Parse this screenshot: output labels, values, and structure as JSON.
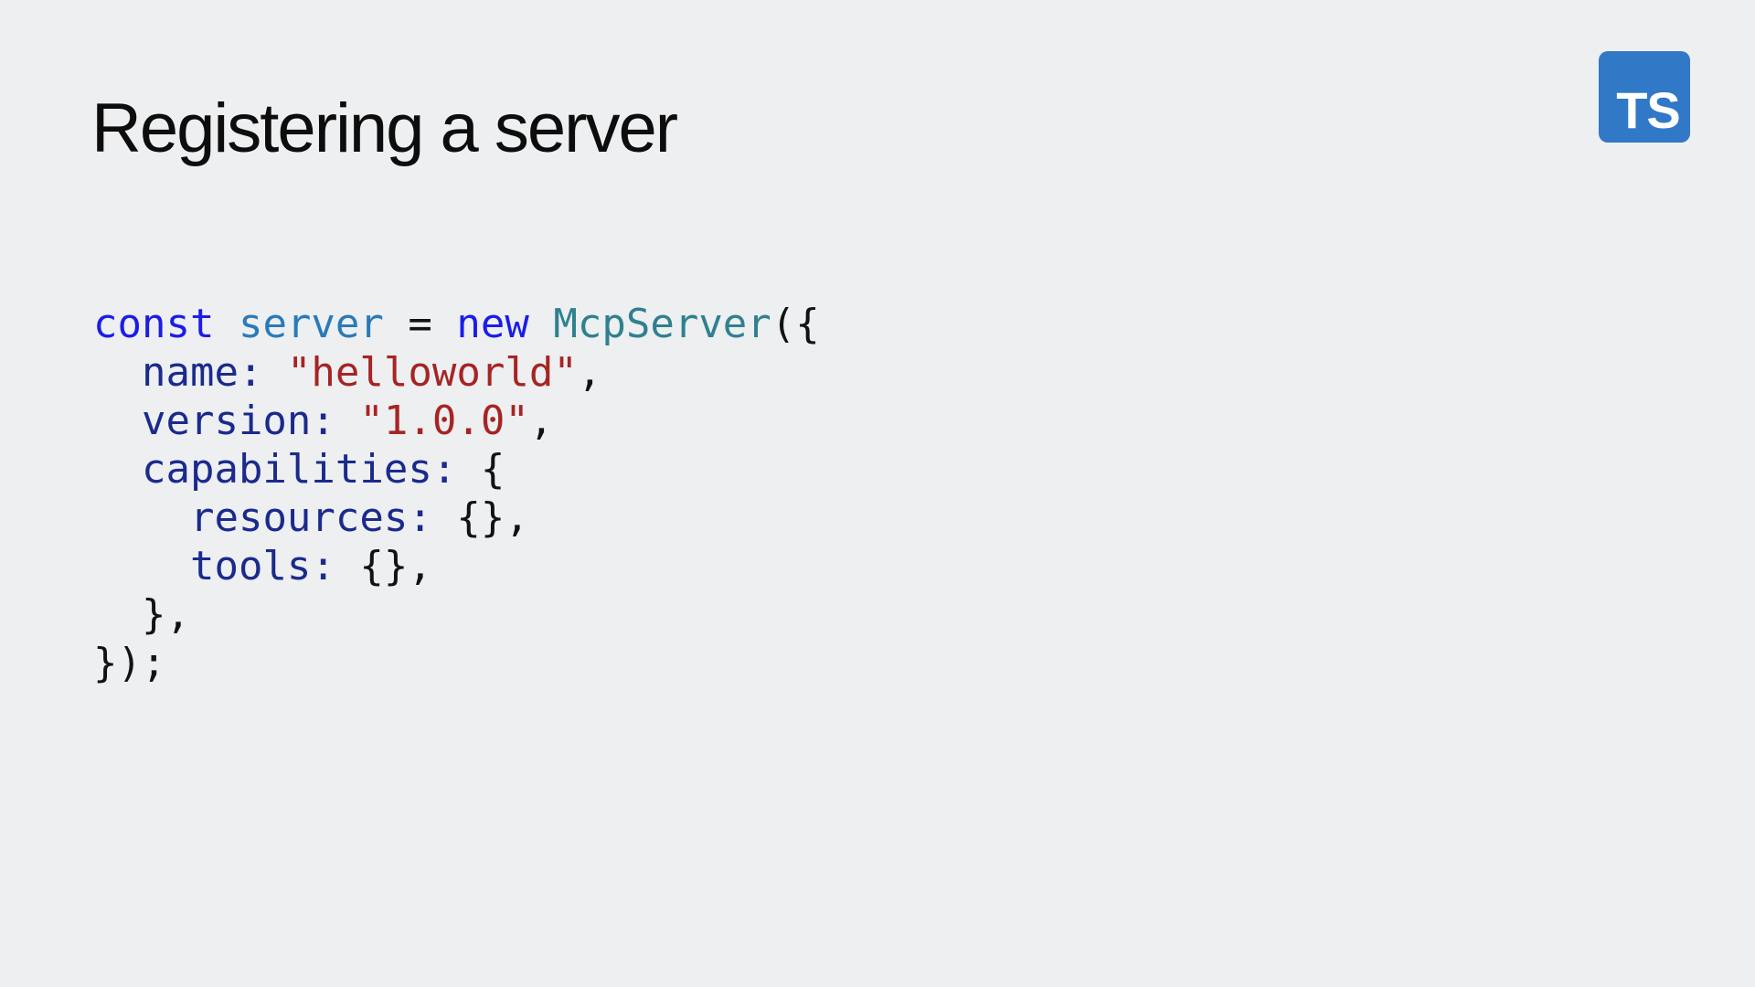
{
  "page": {
    "background": "#edeff1"
  },
  "header": {
    "title": "Registering a server"
  },
  "logo": {
    "text": "TS",
    "background": "#3178c6",
    "color": "#ffffff"
  },
  "code": {
    "language": "typescript",
    "colors": {
      "kw": "#1c1ce8",
      "var": "#2a7ab8",
      "cls": "#30808f",
      "prop": "#1b2a8c",
      "str": "#a62424",
      "pln": "#121212"
    },
    "lines": [
      [
        {
          "text": "const",
          "type": "kw"
        },
        {
          "text": " ",
          "type": "pln"
        },
        {
          "text": "server",
          "type": "var"
        },
        {
          "text": " = ",
          "type": "pln"
        },
        {
          "text": "new",
          "type": "kw"
        },
        {
          "text": " ",
          "type": "pln"
        },
        {
          "text": "McpServer",
          "type": "cls"
        },
        {
          "text": "({",
          "type": "pln"
        }
      ],
      [
        {
          "text": "  ",
          "type": "pln"
        },
        {
          "text": "name:",
          "type": "prop"
        },
        {
          "text": " ",
          "type": "pln"
        },
        {
          "text": "\"helloworld\"",
          "type": "str"
        },
        {
          "text": ",",
          "type": "pln"
        }
      ],
      [
        {
          "text": "  ",
          "type": "pln"
        },
        {
          "text": "version:",
          "type": "prop"
        },
        {
          "text": " ",
          "type": "pln"
        },
        {
          "text": "\"1.0.0\"",
          "type": "str"
        },
        {
          "text": ",",
          "type": "pln"
        }
      ],
      [
        {
          "text": "  ",
          "type": "pln"
        },
        {
          "text": "capabilities:",
          "type": "prop"
        },
        {
          "text": " {",
          "type": "pln"
        }
      ],
      [
        {
          "text": "    ",
          "type": "pln"
        },
        {
          "text": "resources:",
          "type": "prop"
        },
        {
          "text": " {},",
          "type": "pln"
        }
      ],
      [
        {
          "text": "    ",
          "type": "pln"
        },
        {
          "text": "tools:",
          "type": "prop"
        },
        {
          "text": " {},",
          "type": "pln"
        }
      ],
      [
        {
          "text": "  },",
          "type": "pln"
        }
      ],
      [
        {
          "text": "});",
          "type": "pln"
        }
      ]
    ]
  }
}
